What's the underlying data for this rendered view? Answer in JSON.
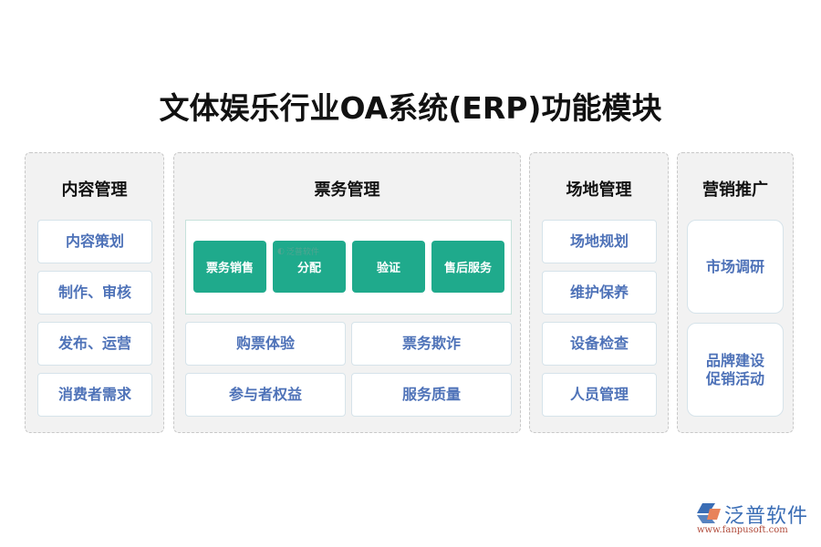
{
  "title": "文体娱乐行业OA系统(ERP)功能模块",
  "panels": {
    "content": {
      "title": "内容管理",
      "items": [
        "内容策划",
        "制作、审核",
        "发布、运营",
        "消费者需求"
      ]
    },
    "ticket": {
      "title": "票务管理",
      "core_items": [
        "票务销售",
        "分配",
        "验证",
        "售后服务"
      ],
      "items": [
        "购票体验",
        "票务欺诈",
        "参与者权益",
        "服务质量"
      ]
    },
    "venue": {
      "title": "场地管理",
      "items": [
        "场地规划",
        "维护保养",
        "设备检查",
        "人员管理"
      ]
    },
    "marketing": {
      "title": "营销推广",
      "items": [
        "市场调研",
        "品牌建设\n促销活动"
      ]
    }
  },
  "watermark": "泛普软件",
  "logo": {
    "name": "泛普软件",
    "url": "www.fanpusoft.com",
    "icon": "fanpu-logo-icon"
  },
  "colors": {
    "accent_green": "#1faa8c",
    "item_text_blue": "#4e72b8",
    "panel_bg": "#f2f2f2"
  }
}
